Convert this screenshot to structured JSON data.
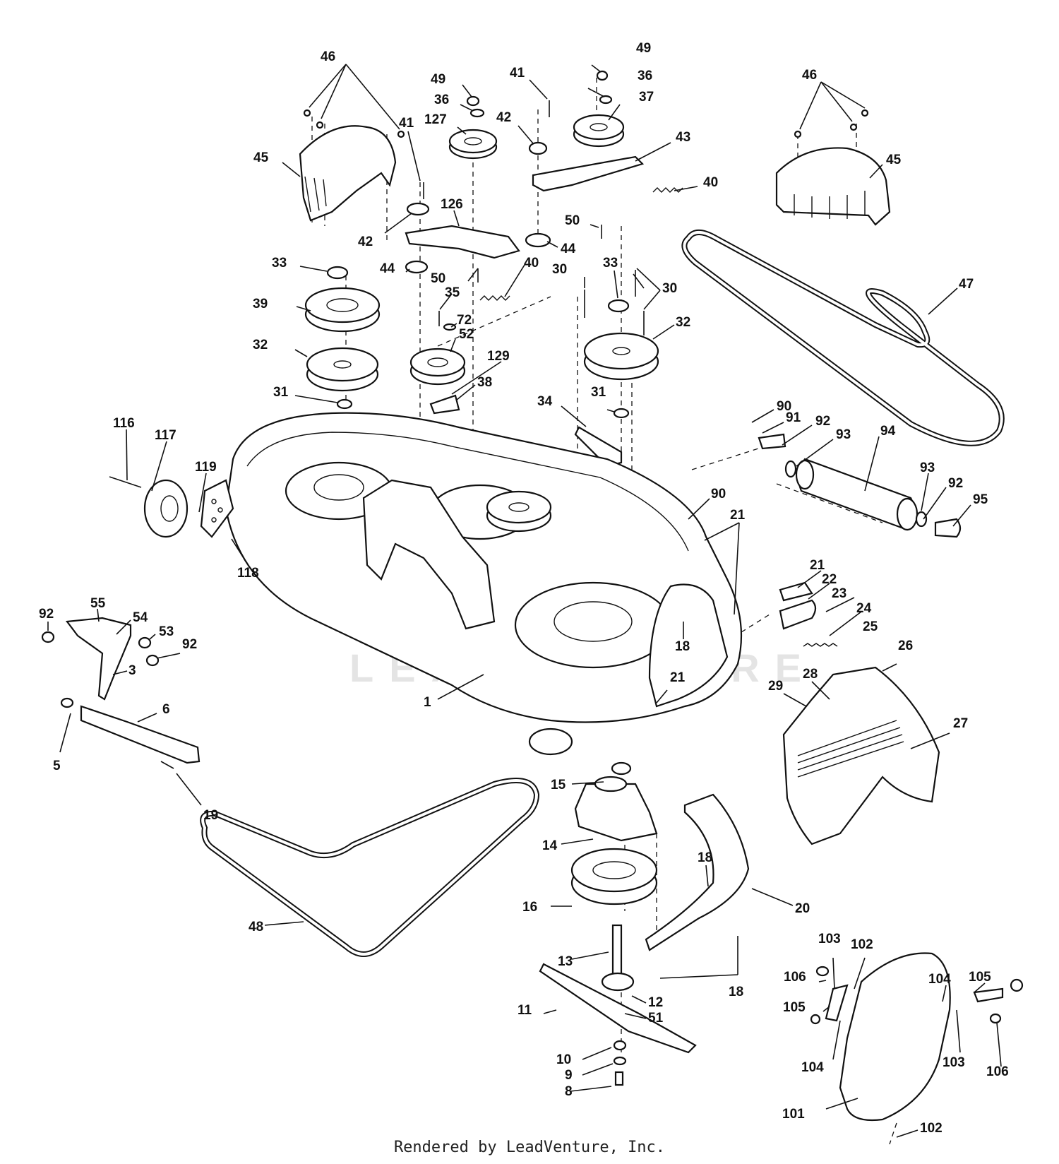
{
  "footer": "Rendered by LeadVenture, Inc.",
  "watermark": "LEADVENTURE",
  "labels": {
    "l46a": "46",
    "l46b": "46",
    "l49a": "49",
    "l49b": "49",
    "l41a": "41",
    "l41b": "41",
    "l36a": "36",
    "l36b": "36",
    "l37": "37",
    "l127": "127",
    "l42a": "42",
    "l42b": "42",
    "l43": "43",
    "l45a": "45",
    "l45b": "45",
    "l40a": "40",
    "l40b": "40",
    "l126": "126",
    "l50a": "50",
    "l50b": "50",
    "l44a": "44",
    "l44b": "44",
    "l33a": "33",
    "l33b": "33",
    "l30a": "30",
    "l30b": "30",
    "l47": "47",
    "l39": "39",
    "l35": "35",
    "l72": "72",
    "l52": "52",
    "l32a": "32",
    "l32b": "32",
    "l129": "129",
    "l38": "38",
    "l31a": "31",
    "l31b": "31",
    "l34": "34",
    "l90a": "90",
    "l90b": "90",
    "l91": "91",
    "l92a": "92",
    "l92b": "92",
    "l92c": "92",
    "l92d": "92",
    "l93a": "93",
    "l93b": "93",
    "l94": "94",
    "l95": "95",
    "l116": "116",
    "l117": "117",
    "l119": "119",
    "l118": "118",
    "l21a": "21",
    "l21b": "21",
    "l21c": "21",
    "l22": "22",
    "l23": "23",
    "l24": "24",
    "l25": "25",
    "l55": "55",
    "l54": "54",
    "l53": "53",
    "l3": "3",
    "l18a": "18",
    "l18b": "18",
    "l18c": "18",
    "l26": "26",
    "l28": "28",
    "l29": "29",
    "l27": "27",
    "l1": "1",
    "l6": "6",
    "l5": "5",
    "l19": "19",
    "l15": "15",
    "l14": "14",
    "l16": "16",
    "l20": "20",
    "l48": "48",
    "l13": "13",
    "l12": "12",
    "l51": "51",
    "l11": "11",
    "l10": "10",
    "l9": "9",
    "l8": "8",
    "l103a": "103",
    "l103b": "103",
    "l102a": "102",
    "l102b": "102",
    "l106a": "106",
    "l106b": "106",
    "l105a": "105",
    "l105b": "105",
    "l104a": "104",
    "l104b": "104",
    "l101": "101"
  }
}
